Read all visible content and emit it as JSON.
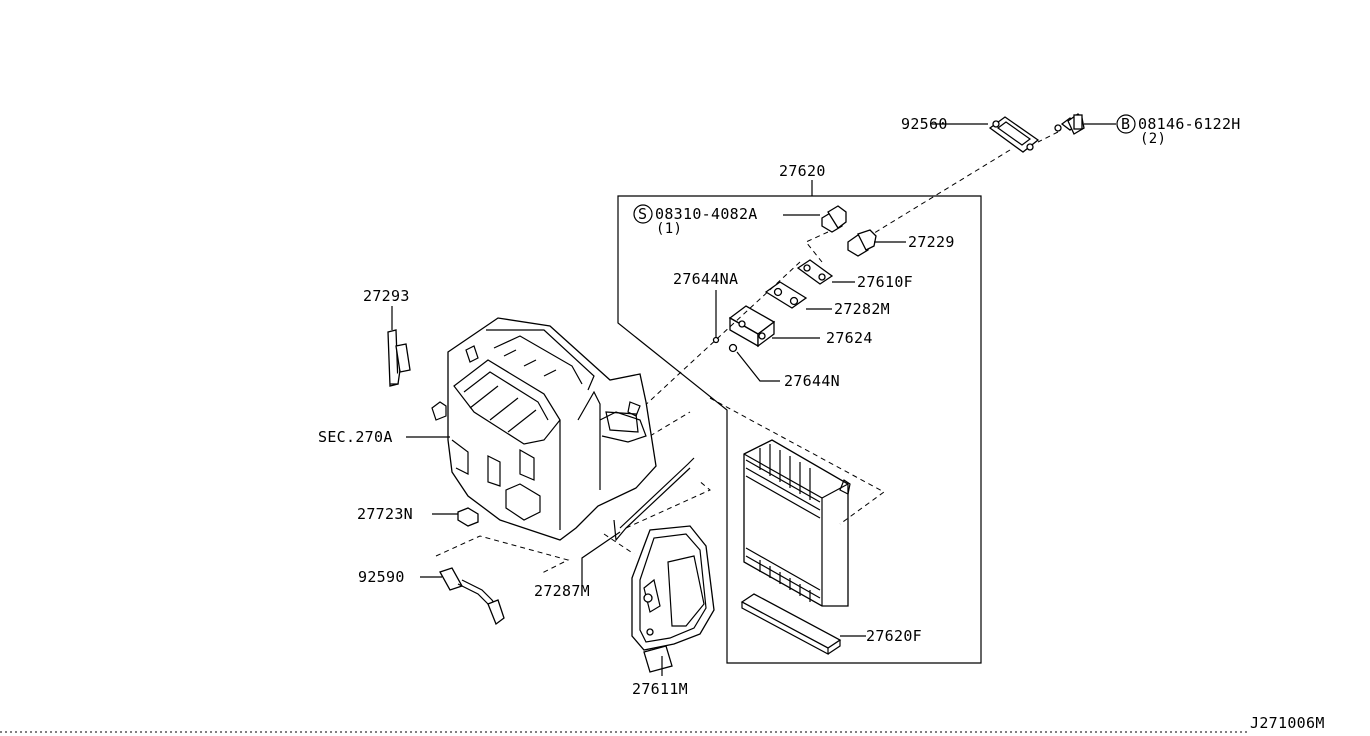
{
  "diagram_id": "J271006M",
  "parts": {
    "p92560": "92560",
    "bolt_symbol": "B",
    "bolt_number": "08146-6122H",
    "bolt_qty": "(2)",
    "p27620": "27620",
    "screw_symbol": "S",
    "screw_number": "08310-4082A",
    "screw_qty": "(1)",
    "p27229": "27229",
    "p27610F": "27610F",
    "p27644NA": "27644NA",
    "p27282M": "27282M",
    "p27624": "27624",
    "p27644N": "27644N",
    "p27293": "27293",
    "sec270A": "SEC.270A",
    "p27723N": "27723N",
    "p92590": "92590",
    "p27287M": "27287M",
    "p27620F": "27620F",
    "p27611M": "27611M"
  }
}
